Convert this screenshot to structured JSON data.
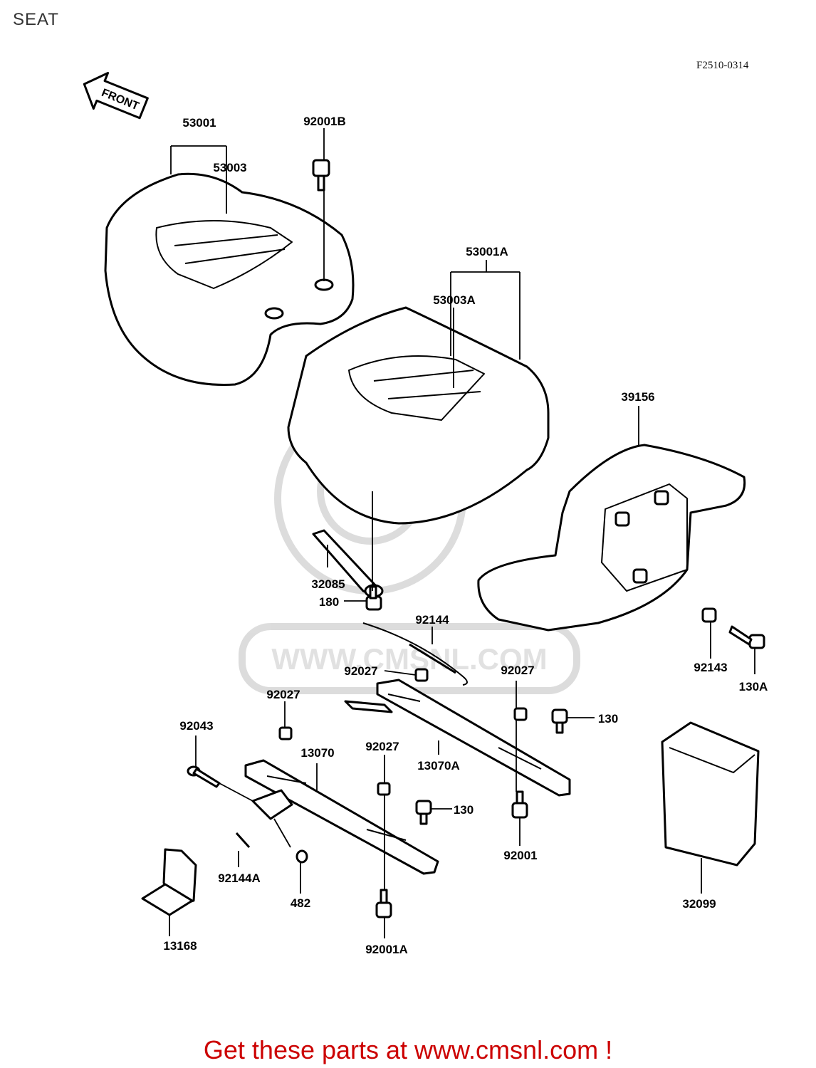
{
  "page": {
    "title": "SEAT",
    "figure_code": "F2510-0314"
  },
  "front_arrow": {
    "text": "FRONT"
  },
  "callouts": [
    {
      "id": "53001",
      "name": "label-53001"
    },
    {
      "id": "53003",
      "name": "label-53003"
    },
    {
      "id": "92001B",
      "name": "label-92001b"
    },
    {
      "id": "53001A",
      "name": "label-53001a"
    },
    {
      "id": "53003A",
      "name": "label-53003a"
    },
    {
      "id": "39156",
      "name": "label-39156"
    },
    {
      "id": "32085",
      "name": "label-32085"
    },
    {
      "id": "180",
      "name": "label-180"
    },
    {
      "id": "92144",
      "name": "label-92144"
    },
    {
      "id": "92027",
      "name": "label-92027-a"
    },
    {
      "id": "92027",
      "name": "label-92027-b"
    },
    {
      "id": "92027",
      "name": "label-92027-c"
    },
    {
      "id": "92027",
      "name": "label-92027-d"
    },
    {
      "id": "92143",
      "name": "label-92143"
    },
    {
      "id": "130A",
      "name": "label-130a"
    },
    {
      "id": "130",
      "name": "label-130-a"
    },
    {
      "id": "130",
      "name": "label-130-b"
    },
    {
      "id": "92043",
      "name": "label-92043"
    },
    {
      "id": "13070",
      "name": "label-13070"
    },
    {
      "id": "13070A",
      "name": "label-13070a"
    },
    {
      "id": "92001",
      "name": "label-92001"
    },
    {
      "id": "92144A",
      "name": "label-92144a"
    },
    {
      "id": "482",
      "name": "label-482"
    },
    {
      "id": "32099",
      "name": "label-32099"
    },
    {
      "id": "13168",
      "name": "label-13168"
    },
    {
      "id": "92001A",
      "name": "label-92001a"
    }
  ],
  "watermark": {
    "text": "WWW.CMSNL.COM"
  },
  "banner": {
    "text": "Get these parts at www.cmsnl.com !",
    "color": "#cc0000"
  }
}
